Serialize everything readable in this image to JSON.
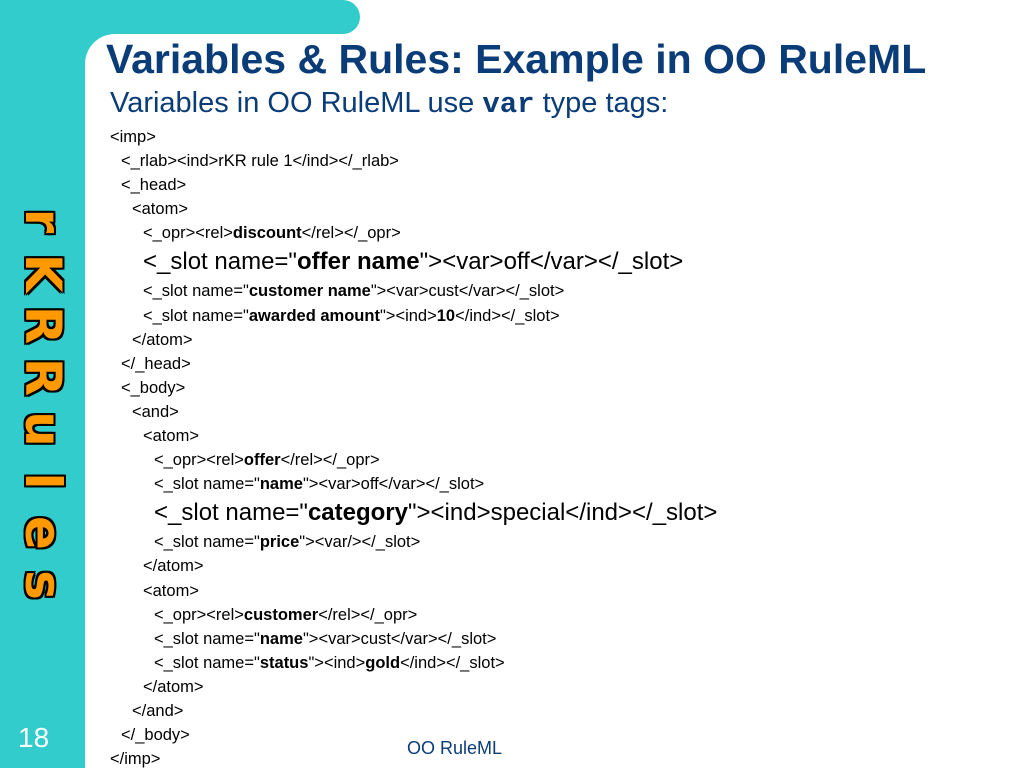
{
  "slide": {
    "number": "18",
    "title": "Variables & Rules: Example in OO RuleML",
    "subtitle_prefix": "Variables in OO RuleML use ",
    "subtitle_code": "var",
    "subtitle_suffix": " type tags:",
    "footer": "OO RuleML",
    "side_letters": [
      "r",
      "K",
      "R",
      "R",
      "u",
      "l",
      "e",
      "s"
    ],
    "colors": {
      "sidebar": "#33cccc",
      "title": "#0a3c78",
      "side_letters": "#ff9900"
    }
  },
  "code_lines": [
    {
      "indent": 0,
      "size": "normal",
      "parts": [
        {
          "t": "<imp>"
        }
      ]
    },
    {
      "indent": 1,
      "size": "normal",
      "parts": [
        {
          "t": "<_rlab><ind>rKR rule 1</ind></_rlab>"
        }
      ]
    },
    {
      "indent": 1,
      "size": "normal",
      "parts": [
        {
          "t": "<_head>"
        }
      ]
    },
    {
      "indent": 2,
      "size": "normal",
      "parts": [
        {
          "t": "<atom>"
        }
      ]
    },
    {
      "indent": 3,
      "size": "normal",
      "parts": [
        {
          "t": "<_opr><rel>"
        },
        {
          "t": "discount",
          "b": true
        },
        {
          "t": "</rel></_opr>"
        }
      ]
    },
    {
      "indent": 3,
      "size": "big",
      "parts": [
        {
          "t": "<_slot name=\""
        },
        {
          "t": "offer name",
          "b": true
        },
        {
          "t": "\"><var>off</var></_slot>"
        }
      ]
    },
    {
      "indent": 3,
      "size": "normal",
      "parts": [
        {
          "t": "<_slot name=\""
        },
        {
          "t": "customer name",
          "b": true
        },
        {
          "t": "\"><var>cust</var></_slot>"
        }
      ]
    },
    {
      "indent": 3,
      "size": "normal",
      "parts": [
        {
          "t": "<_slot name=\""
        },
        {
          "t": "awarded amount",
          "b": true
        },
        {
          "t": "\"><ind>"
        },
        {
          "t": "10",
          "b": true
        },
        {
          "t": "</ind></_slot>"
        }
      ]
    },
    {
      "indent": 2,
      "size": "normal",
      "parts": [
        {
          "t": "</atom>"
        }
      ]
    },
    {
      "indent": 1,
      "size": "normal",
      "parts": [
        {
          "t": "</_head>"
        }
      ]
    },
    {
      "indent": 1,
      "size": "normal",
      "parts": [
        {
          "t": "<_body>"
        }
      ]
    },
    {
      "indent": 2,
      "size": "normal",
      "parts": [
        {
          "t": "<and>"
        }
      ]
    },
    {
      "indent": 3,
      "size": "normal",
      "parts": [
        {
          "t": "<atom>"
        }
      ]
    },
    {
      "indent": 4,
      "size": "normal",
      "parts": [
        {
          "t": "<_opr><rel>"
        },
        {
          "t": "offer",
          "b": true
        },
        {
          "t": "</rel></_opr>"
        }
      ]
    },
    {
      "indent": 4,
      "size": "normal",
      "parts": [
        {
          "t": "<_slot name=\""
        },
        {
          "t": "name",
          "b": true
        },
        {
          "t": "\"><var>off</var></_slot>"
        }
      ]
    },
    {
      "indent": 4,
      "size": "big",
      "parts": [
        {
          "t": "<_slot name=\""
        },
        {
          "t": "category",
          "b": true
        },
        {
          "t": "\"><ind>special</ind></_slot>"
        }
      ]
    },
    {
      "indent": 4,
      "size": "normal",
      "parts": [
        {
          "t": "<_slot name=\""
        },
        {
          "t": "price",
          "b": true
        },
        {
          "t": "\"><var/></_slot>"
        }
      ]
    },
    {
      "indent": 3,
      "size": "normal",
      "parts": [
        {
          "t": "</atom>"
        }
      ]
    },
    {
      "indent": 3,
      "size": "normal",
      "parts": [
        {
          "t": "<atom>"
        }
      ]
    },
    {
      "indent": 4,
      "size": "normal",
      "parts": [
        {
          "t": "<_opr><rel>"
        },
        {
          "t": "customer",
          "b": true
        },
        {
          "t": "</rel></_opr>"
        }
      ]
    },
    {
      "indent": 4,
      "size": "normal",
      "parts": [
        {
          "t": "<_slot name=\""
        },
        {
          "t": "name",
          "b": true
        },
        {
          "t": "\"><var>cust</var></_slot>"
        }
      ]
    },
    {
      "indent": 4,
      "size": "normal",
      "parts": [
        {
          "t": "<_slot name=\""
        },
        {
          "t": "status",
          "b": true
        },
        {
          "t": "\"><ind>"
        },
        {
          "t": "gold",
          "b": true
        },
        {
          "t": "</ind></_slot>"
        }
      ]
    },
    {
      "indent": 3,
      "size": "normal",
      "parts": [
        {
          "t": "</atom>"
        }
      ]
    },
    {
      "indent": 2,
      "size": "normal",
      "parts": [
        {
          "t": "</and>"
        }
      ]
    },
    {
      "indent": 1,
      "size": "normal",
      "parts": [
        {
          "t": "</_body>"
        }
      ]
    },
    {
      "indent": 0,
      "size": "normal",
      "parts": [
        {
          "t": "</imp>"
        }
      ]
    }
  ]
}
